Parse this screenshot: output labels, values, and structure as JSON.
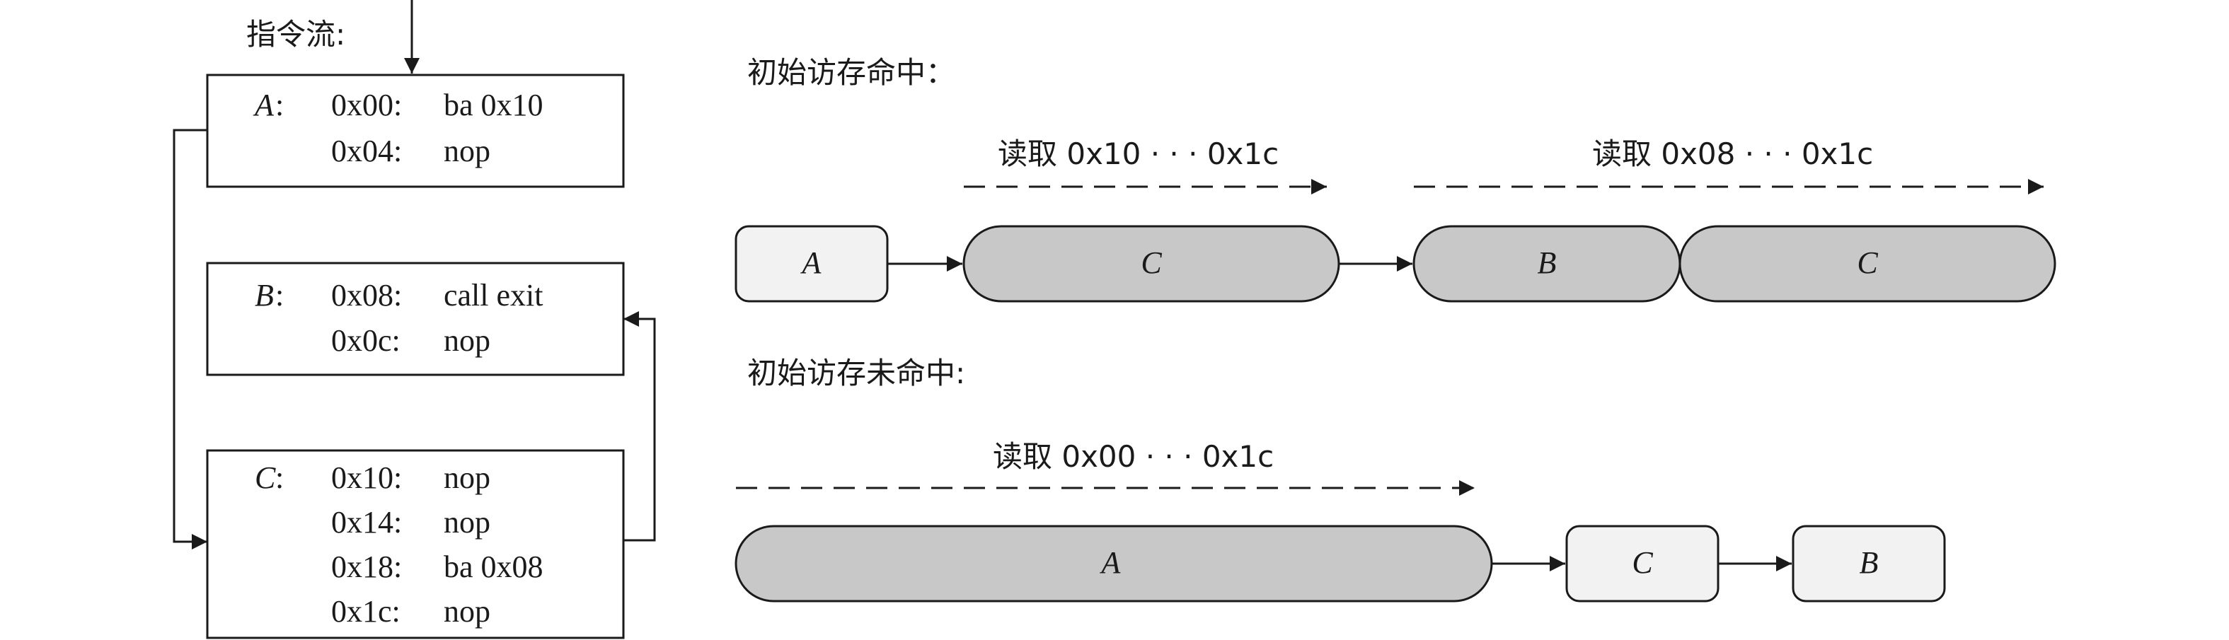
{
  "stream_label": "指令流:",
  "blocks": [
    {
      "name": "A",
      "rows": [
        {
          "addr": "0x00:",
          "instr": "ba 0x10"
        },
        {
          "addr": "0x04:",
          "instr": "nop"
        }
      ]
    },
    {
      "name": "B",
      "rows": [
        {
          "addr": "0x08:",
          "instr": "call exit"
        },
        {
          "addr": "0x0c:",
          "instr": "nop"
        }
      ]
    },
    {
      "name": "C",
      "rows": [
        {
          "addr": "0x10:",
          "instr": "nop"
        },
        {
          "addr": "0x14:",
          "instr": "nop"
        },
        {
          "addr": "0x18:",
          "instr": "ba 0x08"
        },
        {
          "addr": "0x1c:",
          "instr": "nop"
        }
      ]
    }
  ],
  "hit": {
    "title": "初始访存命中：",
    "read1": "读取 0x10 · · · 0x1c",
    "read2": "读取 0x08 · · · 0x1c",
    "nodes": [
      "A",
      "C",
      "B",
      "C"
    ]
  },
  "miss": {
    "title": "初始访存未命中:",
    "read": "读取 0x00 · · · 0x1c",
    "nodes": [
      "A",
      "C",
      "B"
    ]
  }
}
